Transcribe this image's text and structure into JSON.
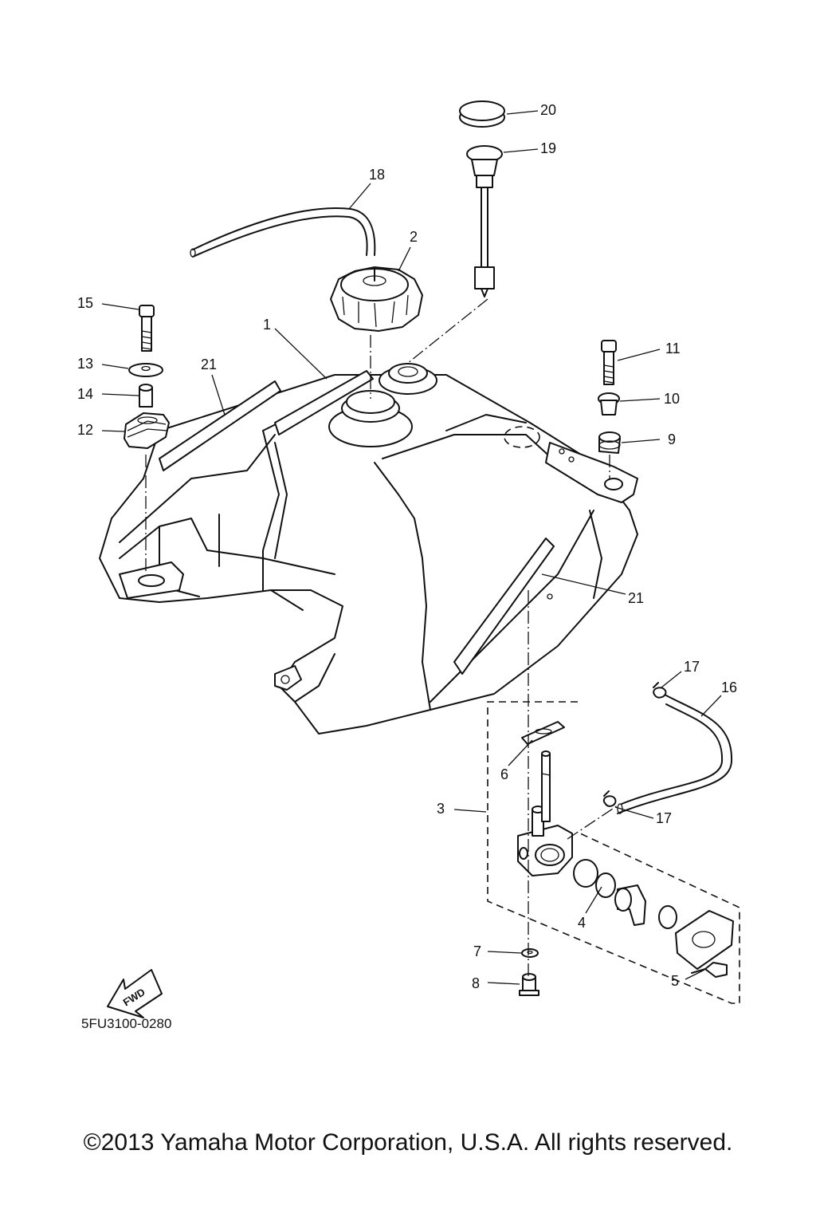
{
  "figure": {
    "code": "5FU3100-0280",
    "fwd_label": "FWD",
    "callouts": [
      "1",
      "2",
      "3",
      "4",
      "5",
      "6",
      "7",
      "8",
      "9",
      "10",
      "11",
      "12",
      "13",
      "14",
      "15",
      "16",
      "17",
      "17",
      "18",
      "19",
      "20",
      "21",
      "21"
    ]
  },
  "footer": {
    "copyright": "©2013 Yamaha Motor Corporation, U.S.A. All rights reserved."
  }
}
